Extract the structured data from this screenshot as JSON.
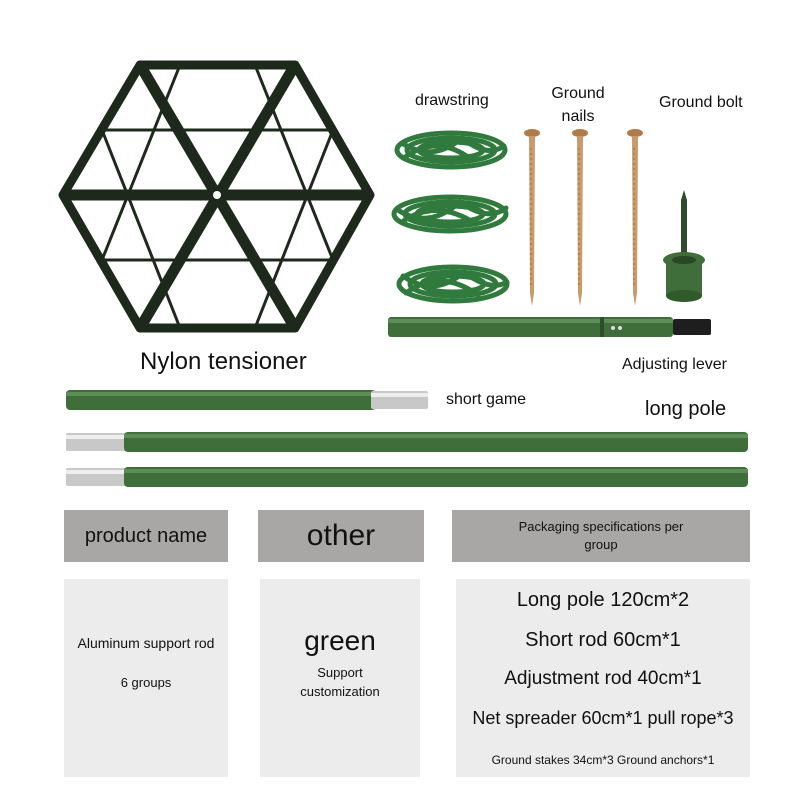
{
  "labels": {
    "drawstring": "drawstring",
    "ground_nails": "Ground nails",
    "ground_bolt": "Ground bolt",
    "nylon_tensioner": "Nylon tensioner",
    "adjusting_lever": "Adjusting lever",
    "short_game": "short game",
    "long_pole": "long pole"
  },
  "table": {
    "headers": {
      "product_name": "product name",
      "other": "other",
      "packaging_line1": "Packaging specifications per",
      "packaging_line2": "group"
    },
    "product": {
      "name": "Aluminum support rod",
      "groups": "6 groups"
    },
    "other": {
      "color": "green",
      "note_line1": "Support",
      "note_line2": "customization"
    },
    "packaging": {
      "item1": "Long pole 120cm*2",
      "item2": "Short rod 60cm*1",
      "item3": "Adjustment rod 40cm*1",
      "item4": "Net spreader 60cm*1 pull rope*3",
      "item5": "Ground stakes 34cm*3 Ground anchors*1"
    }
  },
  "colors": {
    "pole_green": "#3f6e3a",
    "rope_green": "#2f7a3c",
    "tensioner_black": "#1d2a1b",
    "header_gray": "#a9a6a6",
    "cell_gray": "#ececec"
  }
}
